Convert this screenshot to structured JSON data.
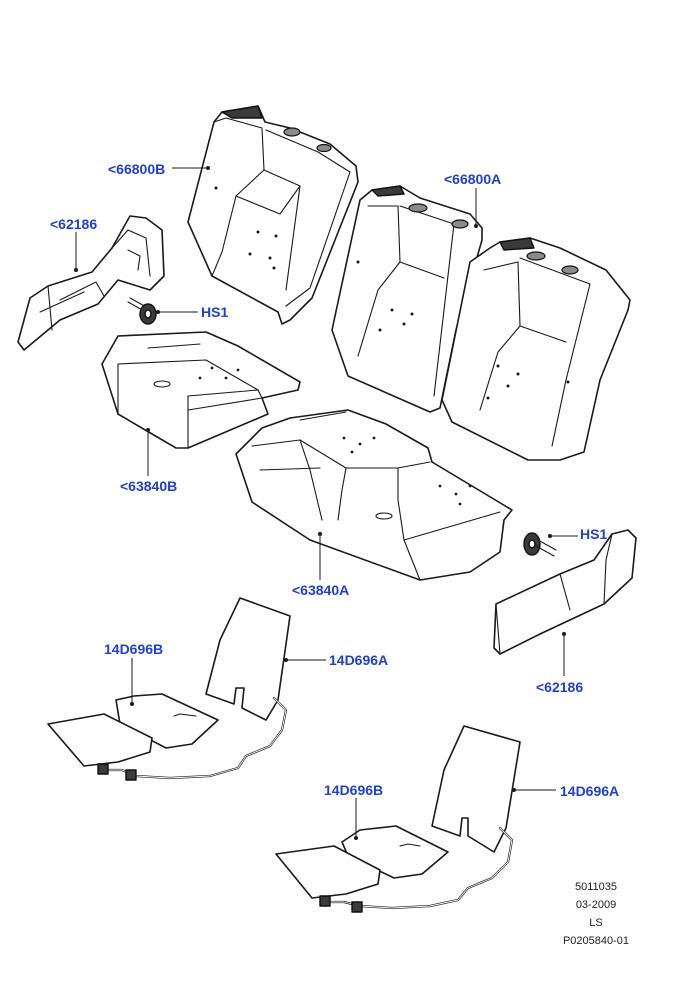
{
  "diagram": {
    "callouts": {
      "c66800B": "<66800B",
      "c66800A": "<66800A",
      "c62186_top": "<62186",
      "hs1_top": "HS1",
      "c63840B": "<63840B",
      "c63840A": "<63840A",
      "hs1_right": "HS1",
      "c62186_right": "<62186",
      "c14D696B_a": "14D696B",
      "c14D696A_a": "14D696A",
      "c14D696B_b": "14D696B",
      "c14D696A_b": "14D696A"
    },
    "footer": {
      "ref": "5011035",
      "date": "03-2009",
      "code": "LS",
      "figure": "P0205840-01"
    },
    "colors": {
      "callout": "#1f3fd6",
      "line": "#1a1a1a"
    }
  }
}
